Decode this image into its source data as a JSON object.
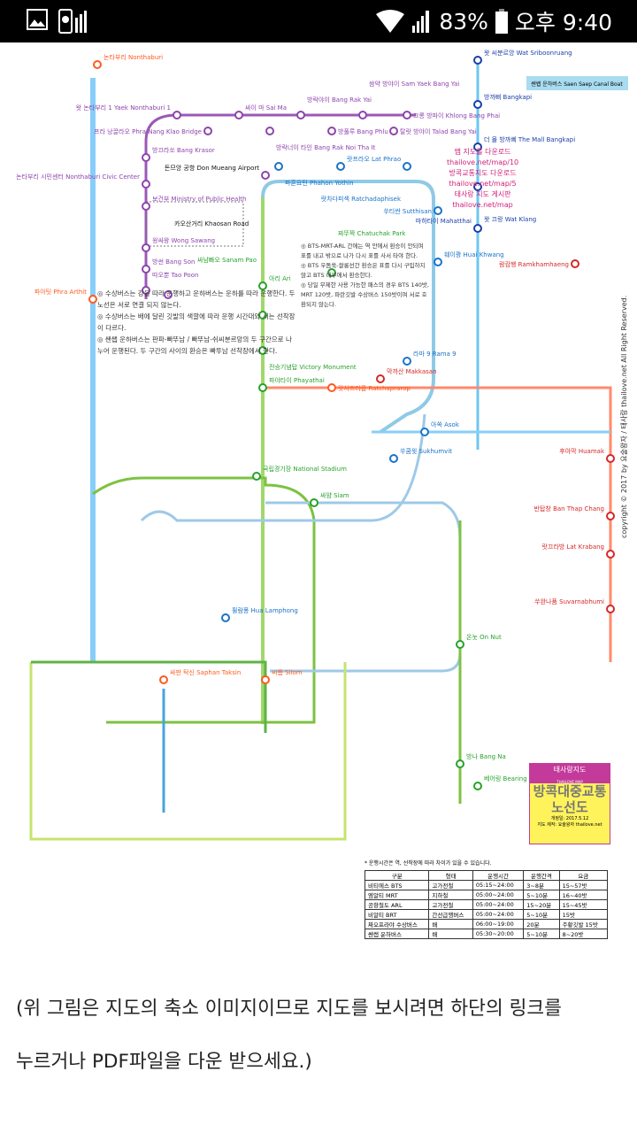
{
  "status_bar": {
    "battery": "83%",
    "time": "오후 9:40",
    "icons": [
      "gallery-icon",
      "phone-sync-icon",
      "wifi-icon",
      "signal-icon",
      "battery-icon"
    ]
  },
  "map": {
    "colors": {
      "mrt": "#8e44ad",
      "bts_sukhumvit": "#8ecae6",
      "bts_silom": "#7dc242",
      "arl": "#ff6b4a",
      "boat": "#87cefa",
      "brt": "#a8d84a",
      "canal": "#6ec6f0"
    },
    "stations": [
      "논타부리 Nonthaburi",
      "왓 논타부리 1 Yaek Nonthaburi 1",
      "싸이 마 Sai Ma",
      "방락야이 Bang Rak Yai",
      "쌈약 방야이 Sam Yaek Bang Yai",
      "크롱 방파이 Khlong Bang Phai",
      "프라 낭끌라오 Phra Nang Klao Bridge",
      "방락너이 타인 Bang Rak Noi Tha It",
      "방풀루 Bang Phlu",
      "탈랏 방야이 Talad Bang Yai",
      "방끄라쏘 Bang Krasor",
      "논타부리 시민센터 Nonthaburi Civic Center",
      "보건부 Ministry of Public Health",
      "웡싸왕 Wong Sawang",
      "방썬 Bang Son",
      "따오뿐 Tao Poon",
      "돈므앙 공항 Don Mueang Airport",
      "파혼요틴 Phahon Yothin",
      "랏프라오 Lat Phrao",
      "랏차다피섹 Ratchadaphisek",
      "쑤티싼 Sutthisan",
      "훼이쾅 Huai Khwang",
      "아리 Ari",
      "싸남빠오 Sanam Pao",
      "전승기념탑 Victory Monument",
      "파야타이 Phayathai",
      "랏차쁘라롭 Ratchaprarop",
      "막까산 Makkasan",
      "왓 씨분르앙 Wat Sriboonruang",
      "방까삐 Bangkapi",
      "더 몰 방까삐 The Mall Bangkapi",
      "왓 끄랑 Wat Klang",
      "마하타이 Mahatthai",
      "람캄행 Ramkhamhaeng",
      "후아막 Huamak",
      "반탑창 Ban Thap Chang",
      "랏끄라방 Lat Krabang",
      "쑤완나품 Suvarnabhumi",
      "카오산거리 Khaosan Road",
      "파아팃 Phra Arthit",
      "싸판 탁신 Saphan Taksin",
      "씨롬 Silom",
      "훨람퐁 Hua Lamphong",
      "쑤쿰윗 Sukhumvit",
      "아쏙 Asok",
      "온눗 On Nut",
      "베어링 Bearing",
      "방나 Bang Na",
      "싸얌 Siam",
      "국립경기장 National Stadium",
      "짜뚜짝 Chatuchak Park",
      "라마 9 Rama 9"
    ],
    "links": [
      "맵 지도를 다운로드",
      "thailove.net/map/10",
      "방콕교통지도 다운로드",
      "thailove.net/map/5",
      "태사랑 지도 게시판",
      "thailove.net/map"
    ],
    "boat_label": "쌘쌥 운하버스 Saen Saep Canal Boat",
    "copyright": "copyright © 2017 by 요술왕자 / 태사랑 thailove.net  All Right Reserved.",
    "notes": [
      "◎ 수상버스는 강을 따라 운행하고 운하버스는 운하를 따라 운행한다. 두 노선은 서로 연결 되지 않는다.",
      "◎ 수상버스는 배에 달린 깃발의 색깔에 따라 운행 시간대와 서는 선착장이 다르다.",
      "◎ 쌘쌥 운하버스는 판파-빠뚜남 / 빠뚜남-쉬씨분르앙의 두 구간으로 나누어 운행된다. 두 구간의 사이의 환승은 빠뚜남 선착장에서 한다."
    ],
    "bts_notes": [
      "◎ BTS-MRT-ARL 간에는 역 안에서 환승이 안되며 표를 내고 밖으로 나가 다시 표를 사서 타야 한다.",
      "◎ BTS 우돔쑥-쌀롱선간 환승은 표를 다시 구입하지 않고 BTS 내부에서 환승한다.",
      "◎ 당일 무제한 사용 가능한 패스의 경우 BTS 140밧, MRT 120밧, 파란깃발 수상버스 150밧이며 서로 호환되지 않는다."
    ],
    "logo": {
      "top": "태사랑지도",
      "sub": "THAILOVE MAP",
      "title": "방콕대중교통 노선도",
      "date": "개정일: 2017.5.12",
      "author": "지도 제작: 요술왕자 thailove.net"
    },
    "fare_note": "* 운행시간은 역, 선착장에 따라 차이가 있을 수 있습니다.",
    "fare_table": {
      "headers": [
        "구분",
        "형태",
        "운행시간",
        "운행간격",
        "요금"
      ],
      "rows": [
        [
          "비티에스 BTS",
          "고가전철",
          "05:15~24:00",
          "3~8분",
          "15~57밧"
        ],
        [
          "엠알티 MRT",
          "지하철",
          "05:00~24:00",
          "5~10분",
          "16~40밧"
        ],
        [
          "공항철도 ARL",
          "고가전철",
          "05:00~24:00",
          "15~20분",
          "15~45밧"
        ],
        [
          "비알티 BRT",
          "간선급행버스",
          "05:00~24:00",
          "5~10분",
          "15밧"
        ],
        [
          "짜오프라야 수상버스",
          "배",
          "06:00~19:00",
          "20분",
          "주황깃발 15밧"
        ],
        [
          "쌘쌥 운하버스",
          "배",
          "05:30~20:00",
          "5~10분",
          "8~20밧"
        ]
      ]
    }
  },
  "caption": {
    "line1": "(위 그림은 지도의 축소 이미지이므로 지도를 보시려면 하단의 링크를",
    "line2": "누르거나 PDF파일을 다운 받으세요.)"
  }
}
